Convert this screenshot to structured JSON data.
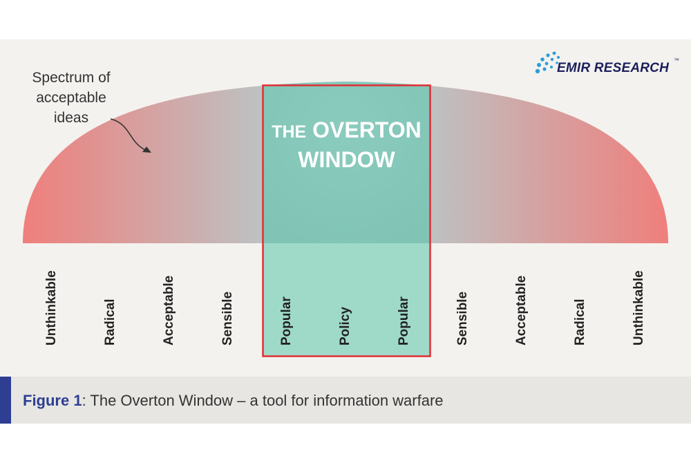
{
  "logo": {
    "text": "EMIR RESEARCH",
    "tm": "™",
    "color": "#1b1f5c",
    "dot_color": "#2a9ed8"
  },
  "spectrum_caption": [
    "Spectrum of",
    "acceptable",
    "ideas"
  ],
  "overton": {
    "title_first": "THE",
    "title_rest": "OVERTON",
    "title_line2": "WINDOW"
  },
  "labels": [
    "Unthinkable",
    "Radical",
    "Acceptable",
    "Sensible",
    "Popular",
    "Policy",
    "Popular",
    "Sensible",
    "Acceptable",
    "Radical",
    "Unthinkable"
  ],
  "figure_caption": {
    "label": "Figure 1",
    "text": ": The Overton Window – a tool for information warfare"
  },
  "colors": {
    "extreme": "#ef7f7c",
    "center": "#b9c4c5",
    "window_fill": "#8fd6c2",
    "window_border": "#e32c34",
    "accent": "#2e3e93"
  }
}
